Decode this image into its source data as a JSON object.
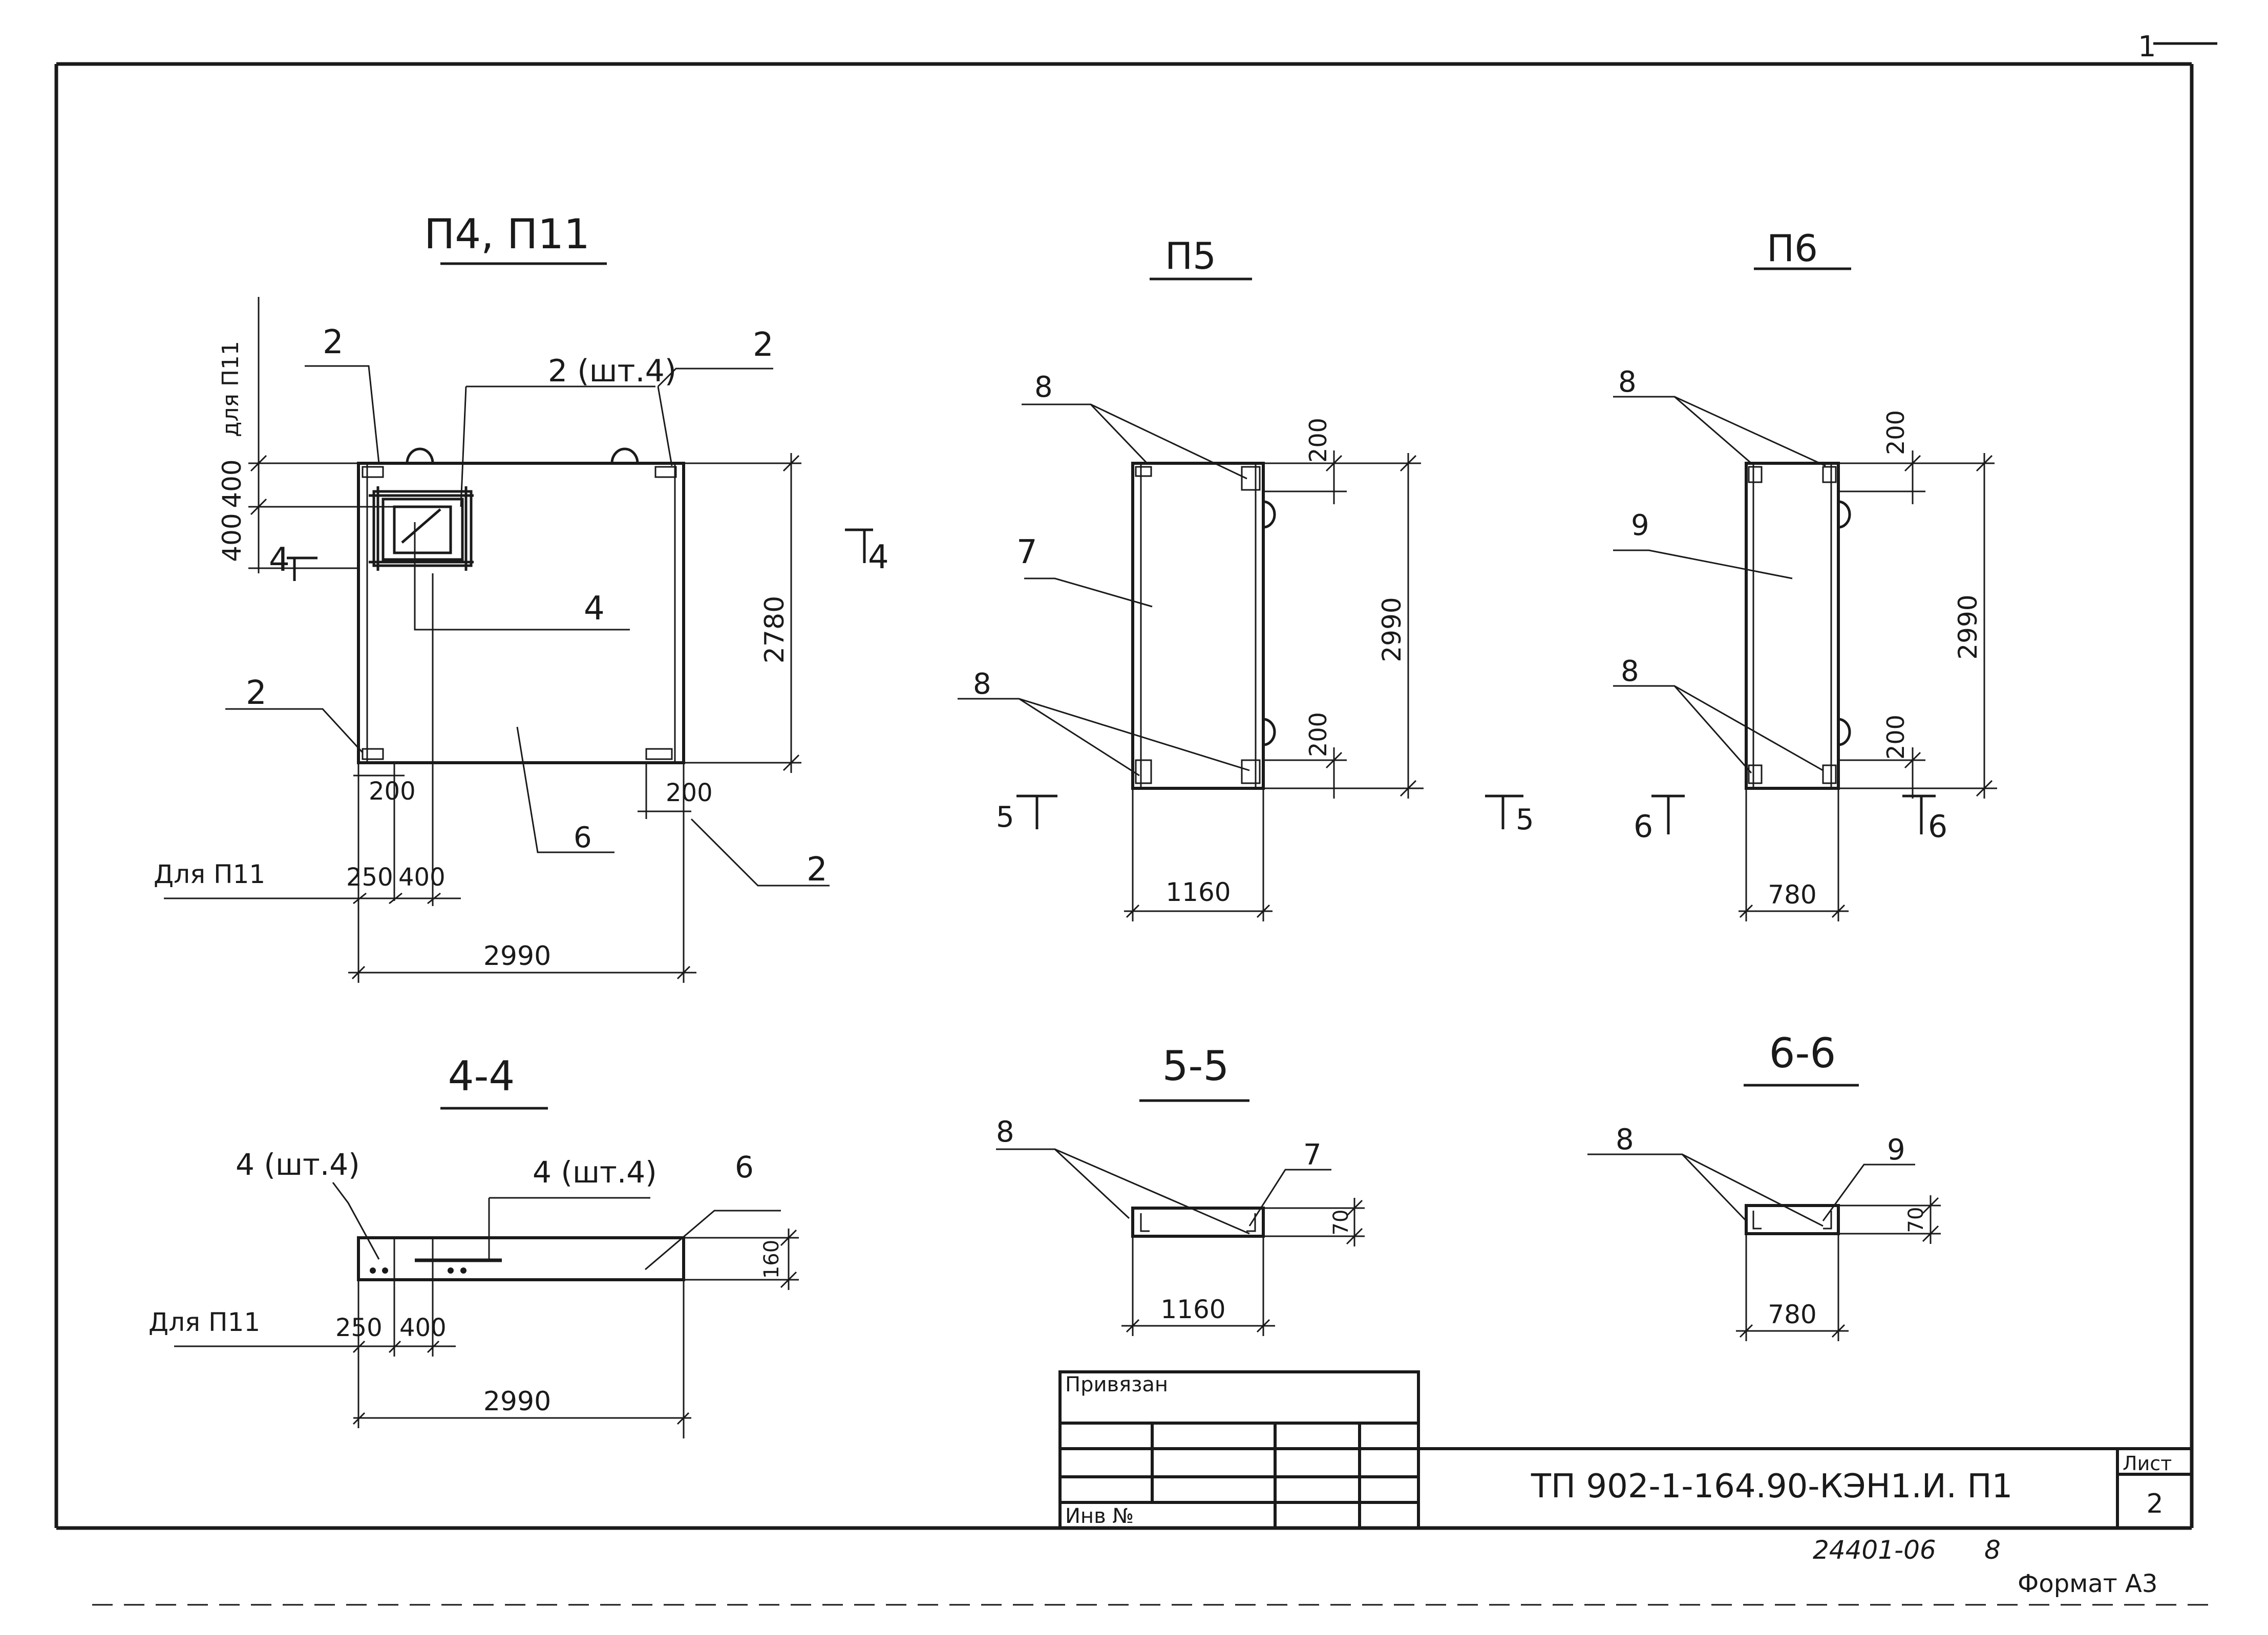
{
  "sheet_mark": "1",
  "views": {
    "p4_p11": {
      "title": "П4, П11",
      "for_p11_vertical": "для П11",
      "for_p11": "Для П11",
      "dim_400_top": "400",
      "dim_400_side": "400",
      "dim_2780": "2780",
      "dim_200_left": "200",
      "dim_200_right": "200",
      "dim_250": "250",
      "dim_400_bottom": "400",
      "dim_2990": "2990",
      "pos_2_top_left": "2",
      "pos_2_qty": "2 (шт.4)",
      "pos_2_top_right": "2",
      "pos_4": "4",
      "pos_2_left": "2",
      "pos_6": "6",
      "pos_2_bottom_right": "2",
      "cut_left": "4",
      "cut_right": "4"
    },
    "p5": {
      "title": "П5",
      "pos_8_top": "8",
      "pos_7": "7",
      "pos_8_bottom": "8",
      "dim_200_top": "200",
      "dim_2990": "2990",
      "dim_200_bottom": "200",
      "dim_1160": "1160",
      "cut_left": "5",
      "cut_right": "5"
    },
    "p6": {
      "title": "П6",
      "pos_8_top": "8",
      "pos_9": "9",
      "pos_8_bottom": "8",
      "dim_200_top": "200",
      "dim_2990": "2990",
      "dim_200_bottom": "200",
      "dim_780": "780",
      "cut_left": "6",
      "cut_right": "6"
    },
    "sec_4_4": {
      "title": "4-4",
      "pos_4_left": "4 (шт.4)",
      "pos_4_mid": "4 (шт.4)",
      "pos_6": "6",
      "dim_160": "160",
      "for_p11": "Для П11",
      "dim_250": "250",
      "dim_400": "400",
      "dim_2990": "2990"
    },
    "sec_5_5": {
      "title": "5-5",
      "pos_8": "8",
      "pos_7": "7",
      "dim_70": "70",
      "dim_1160": "1160"
    },
    "sec_6_6": {
      "title": "6-6",
      "pos_8": "8",
      "pos_9": "9",
      "dim_70": "70",
      "dim_780": "780"
    }
  },
  "stamp": {
    "bound": "Привязан",
    "inv": "Инв №",
    "doc_code": "ТП 902-1-164.90-КЭН1.И. П1",
    "sheet_label": "Лист",
    "sheet_no": "2"
  },
  "footer": {
    "archive_no": "24401-06",
    "archive_sheet": "8",
    "format": "Формат А3"
  }
}
